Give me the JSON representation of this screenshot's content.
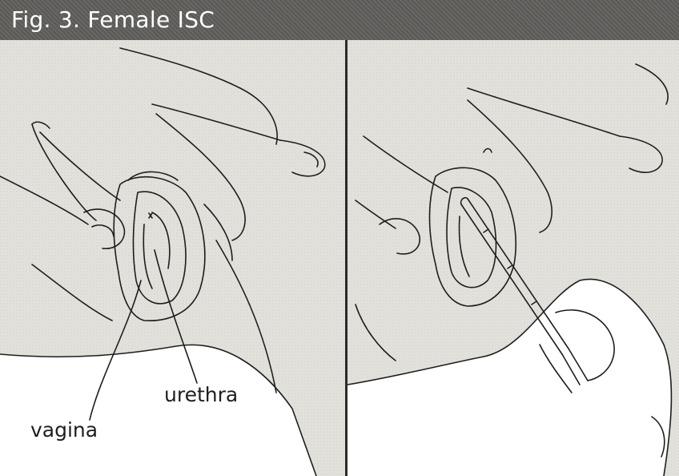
{
  "figure": {
    "title": "Fig. 3. Female ISC"
  },
  "labels": {
    "urethra": "urethra",
    "vagina": "vagina"
  },
  "colors": {
    "title_bar": "#5f5e5b",
    "title_text": "#ffffff",
    "paper": "#ecebe6",
    "ink": "#1e1e1e"
  },
  "icons": {
    "left_panel": "anatomy-illustration",
    "right_panel": "catheter-insertion-illustration"
  }
}
